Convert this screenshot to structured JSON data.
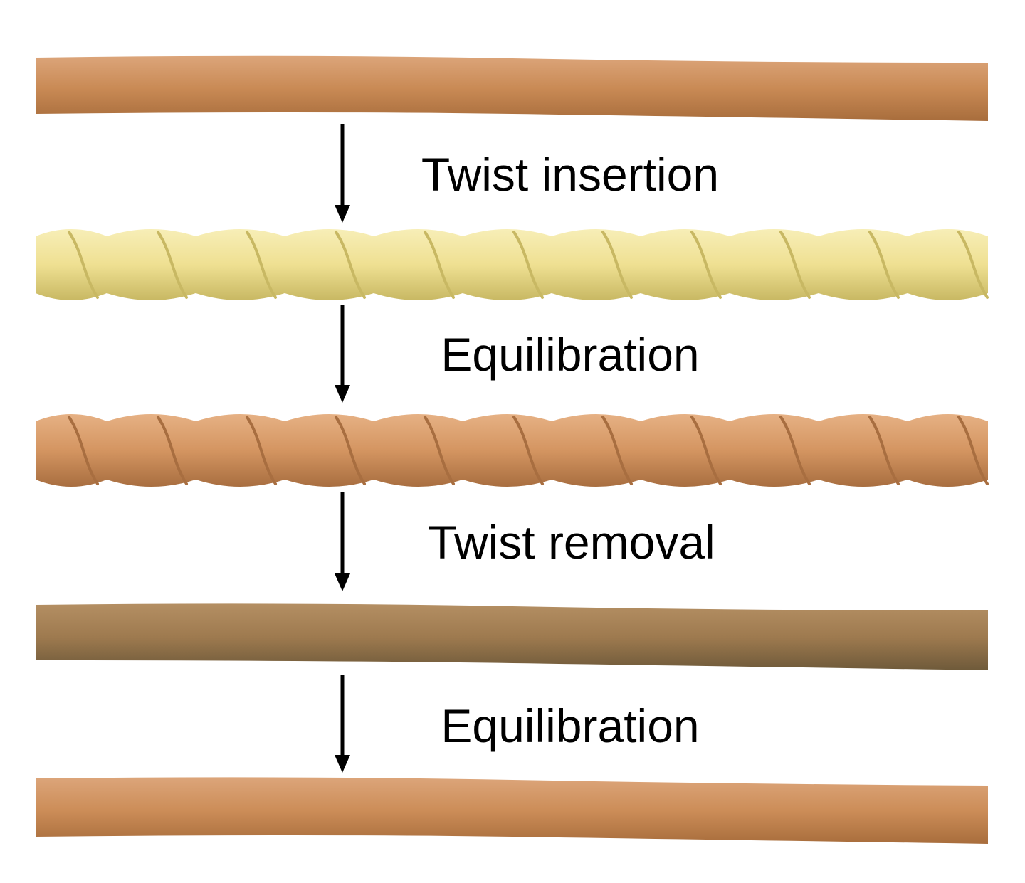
{
  "steps": [
    {
      "label": "Twist insertion"
    },
    {
      "label": "Equilibration"
    },
    {
      "label": "Twist removal"
    },
    {
      "label": "Equilibration"
    }
  ],
  "fibers": [
    {
      "state": "straight",
      "color": "#c98a55",
      "shade": "#a86d3c",
      "light": "#dca57a"
    },
    {
      "state": "twisted",
      "color": "#efe092",
      "shade": "#c8b863",
      "light": "#f7eeb7"
    },
    {
      "state": "twisted",
      "color": "#d49561",
      "shade": "#a86e40",
      "light": "#e6b184"
    },
    {
      "state": "straight",
      "color": "#9e7a4f",
      "shade": "#6f5a3a",
      "light": "#b48f63"
    },
    {
      "state": "straight",
      "color": "#cc8d58",
      "shade": "#a86d3c",
      "light": "#dca57a"
    }
  ],
  "colors": {
    "arrow": "#000000",
    "background": "#ffffff"
  }
}
